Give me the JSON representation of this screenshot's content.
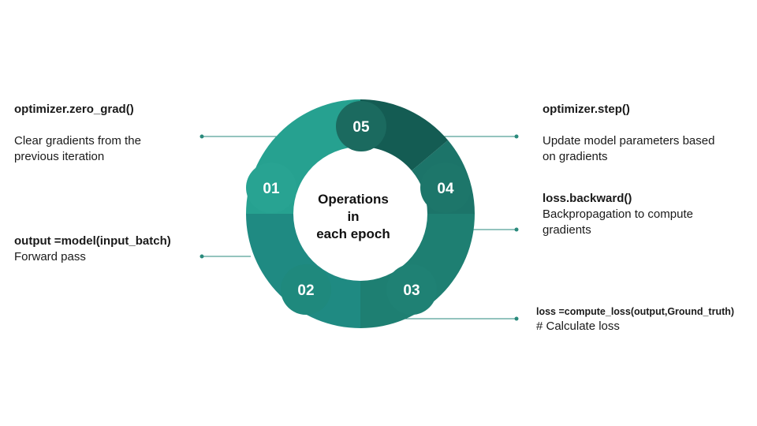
{
  "center": {
    "line1": "Operations",
    "line2": "in",
    "line3": "each epoch"
  },
  "colors": {
    "seg01": "#26a190",
    "seg02": "#1f8a82",
    "seg03": "#1e7f72",
    "seg04": "#1c7469",
    "seg05": "#145c53",
    "connector": "#2a8a7c"
  },
  "steps": [
    {
      "num": "01",
      "title": "optimizer.zero_grad()",
      "desc_line1": "Clear gradients from the",
      "desc_line2": "previous iteration"
    },
    {
      "num": "02",
      "title": "output =model(input_batch)",
      "desc_line1": "Forward pass"
    },
    {
      "num": "03",
      "title": "loss =compute_loss(output,Ground_truth)",
      "desc_line1": "# Calculate loss"
    },
    {
      "num": "04",
      "title": "loss.backward()",
      "desc_line1": "Backpropagation to compute",
      "desc_line2": "gradients"
    },
    {
      "num": "05",
      "title": "optimizer.step()",
      "desc_line1": "Update model parameters based",
      "desc_line2": "on gradients"
    }
  ]
}
